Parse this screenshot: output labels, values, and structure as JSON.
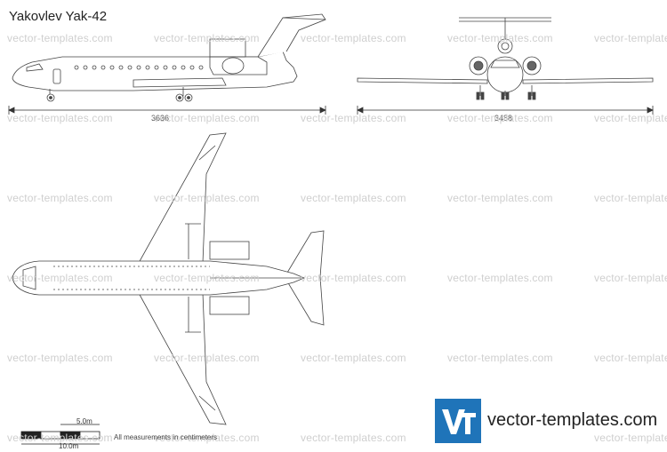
{
  "title": "Yakovlev Yak-42",
  "dimensions": {
    "length": "3636",
    "wingspan": "3488"
  },
  "scale": {
    "half": "5.0m",
    "full": "10.0m"
  },
  "note": "All measurements in centimeters",
  "watermark": "vector-templates.com",
  "logo": {
    "mark": "VT",
    "text": "vector-templates.com",
    "color": "#1f74b9"
  }
}
